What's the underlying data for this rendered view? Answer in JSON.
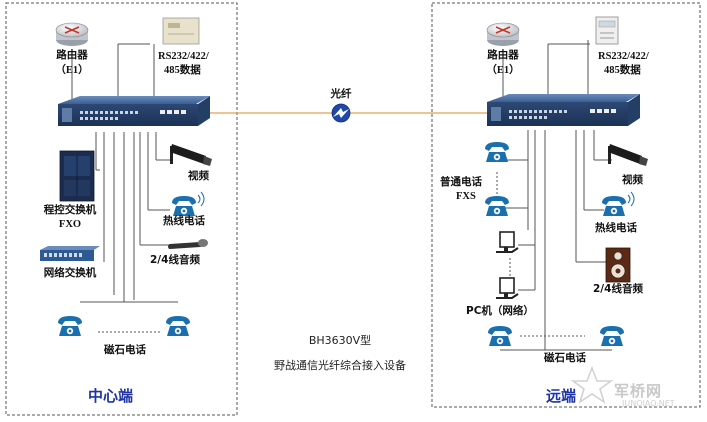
{
  "left_panel": {
    "zone_label": "中心端",
    "router_label": "路由器",
    "router_sub": "（E1）",
    "rs_label": "RS232/422/",
    "rs_sub": "485数据",
    "pbx_label": "程控交换机",
    "pbx_sub": "FXO",
    "switch_label": "网络交换机",
    "video_label": "视频",
    "hotline_label": "热线电话",
    "audio_label": "2/4线音频",
    "magneto_label": "磁石电话"
  },
  "right_panel": {
    "zone_label": "远端",
    "router_label": "路由器",
    "router_sub": "（E1）",
    "rs_label": "RS232/422/",
    "rs_sub": "485数据",
    "phone_label": "普通电话",
    "phone_sub": "FXS",
    "video_label": "视频",
    "hotline_label": "热线电话",
    "pc_label": "PC机（网络）",
    "audio_label": "2/4线音频",
    "magneto_label": "磁石电话"
  },
  "fiber_label": "光纤",
  "device_title": "BH3630V型",
  "device_subtitle": "野战通信光纤综合接入设备",
  "watermark": "军桥网",
  "watermark_sub": "JUNQIAO.NET",
  "colors": {
    "zone_text": "#1f33a8",
    "fiber_line": "#e8a050",
    "rack": "#2e4f7f",
    "phone": "#1a6fae"
  }
}
